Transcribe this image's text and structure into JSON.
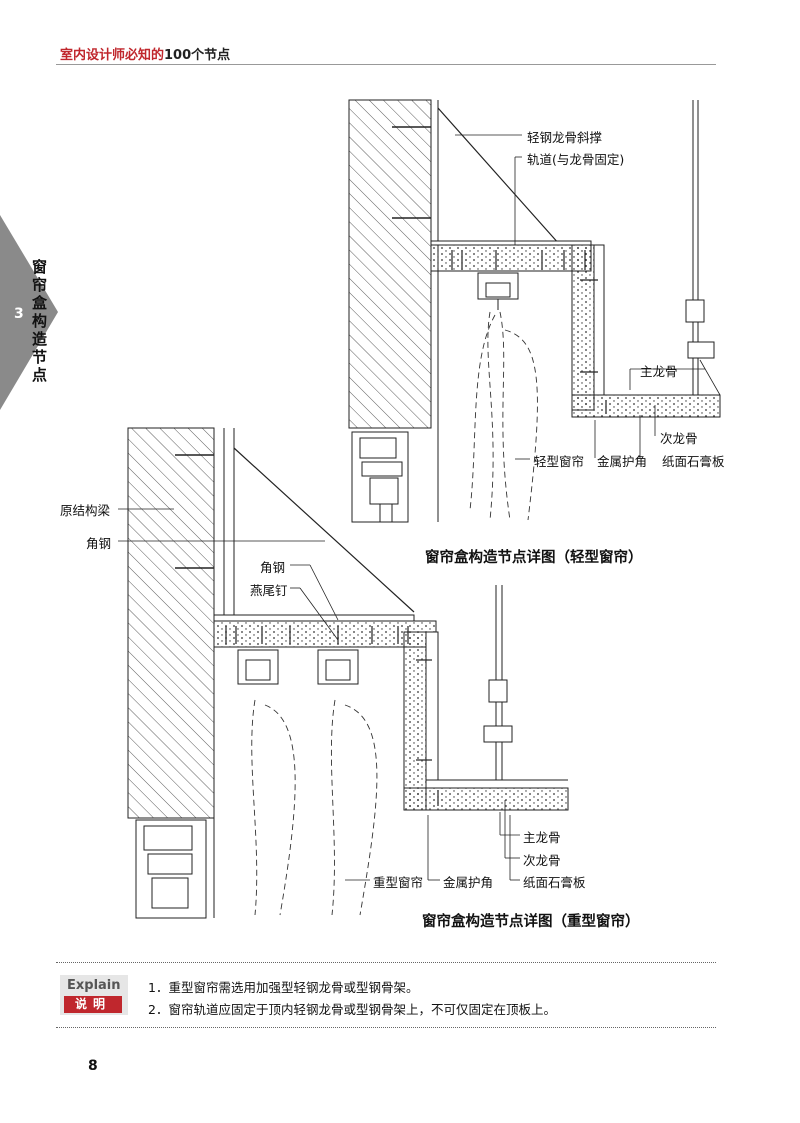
{
  "header": {
    "title_red": "室内设计师必知的",
    "title_num": "100个节点"
  },
  "side": {
    "chapter_num": "3",
    "chapter_title": "窗帘盒构造节点"
  },
  "top_detail": {
    "labels": {
      "l1": "轻钢龙骨斜撑",
      "l2": "轨道(与龙骨固定)",
      "l3": "主龙骨",
      "l4": "次龙骨",
      "l5": "轻型窗帘",
      "l6": "金属护角",
      "l7": "纸面石膏板"
    },
    "caption": "窗帘盒构造节点详图（轻型窗帘）"
  },
  "bottom_detail": {
    "labels": {
      "l1": "原结构梁",
      "l2": "角钢",
      "l3": "角钢",
      "l4": "燕尾钉",
      "l5": "主龙骨",
      "l6": "次龙骨",
      "l7": "重型窗帘",
      "l8": "金属护角",
      "l9": "纸面石膏板"
    },
    "caption": "窗帘盒构造节点详图（重型窗帘）"
  },
  "explain": {
    "en": "Explain",
    "cn": "说明",
    "notes": [
      "1．重型窗帘需选用加强型轻钢龙骨或型钢骨架。",
      "2．窗帘轨道应固定于顶内轻钢龙骨或型钢骨架上，不可仅固定在顶板上。"
    ]
  },
  "page": {
    "number": "8"
  }
}
